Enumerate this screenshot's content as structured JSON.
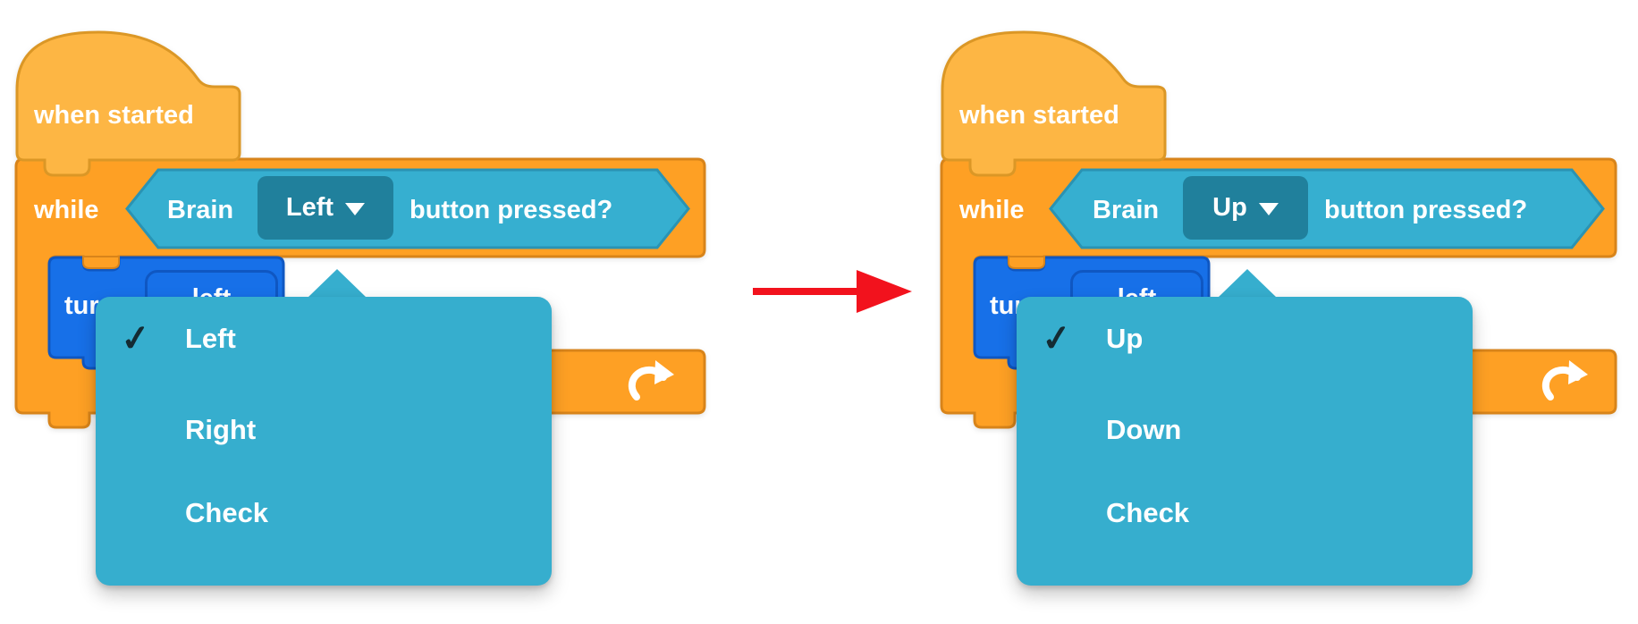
{
  "colors": {
    "hat_fill": "#FDB644",
    "hat_border": "#DB9726",
    "control_fill": "#FEA024",
    "control_border": "#D8841A",
    "hexagon_fill": "#36AFD0",
    "hexagon_border": "#2A93B3",
    "dropdown_field_fill": "#20809C",
    "popup_fill": "#36AECE",
    "blue_fill": "#1770E8",
    "blue_border": "#0F57C2",
    "arrow_red": "#F2121D",
    "text_white": "#FFFFFF",
    "check_dark": "#142B33"
  },
  "scripts": [
    {
      "hat_label": "when started",
      "loop_label": "while",
      "condition": {
        "device": "Brain",
        "selected": "Left",
        "suffix": "button pressed?"
      },
      "body": {
        "verb": "turn",
        "value": "left"
      },
      "menu": {
        "check": "✓",
        "checked": "Left",
        "items": [
          {
            "label": "Left"
          },
          {
            "label": "Right"
          },
          {
            "label": "Check"
          }
        ]
      }
    },
    {
      "hat_label": "when started",
      "loop_label": "while",
      "condition": {
        "device": "Brain",
        "selected": "Up",
        "suffix": "button pressed?"
      },
      "body": {
        "verb": "turn",
        "value": "left"
      },
      "menu": {
        "check": "✓",
        "checked": "Up",
        "items": [
          {
            "label": "Up"
          },
          {
            "label": "Down"
          },
          {
            "label": "Check"
          }
        ]
      }
    }
  ]
}
